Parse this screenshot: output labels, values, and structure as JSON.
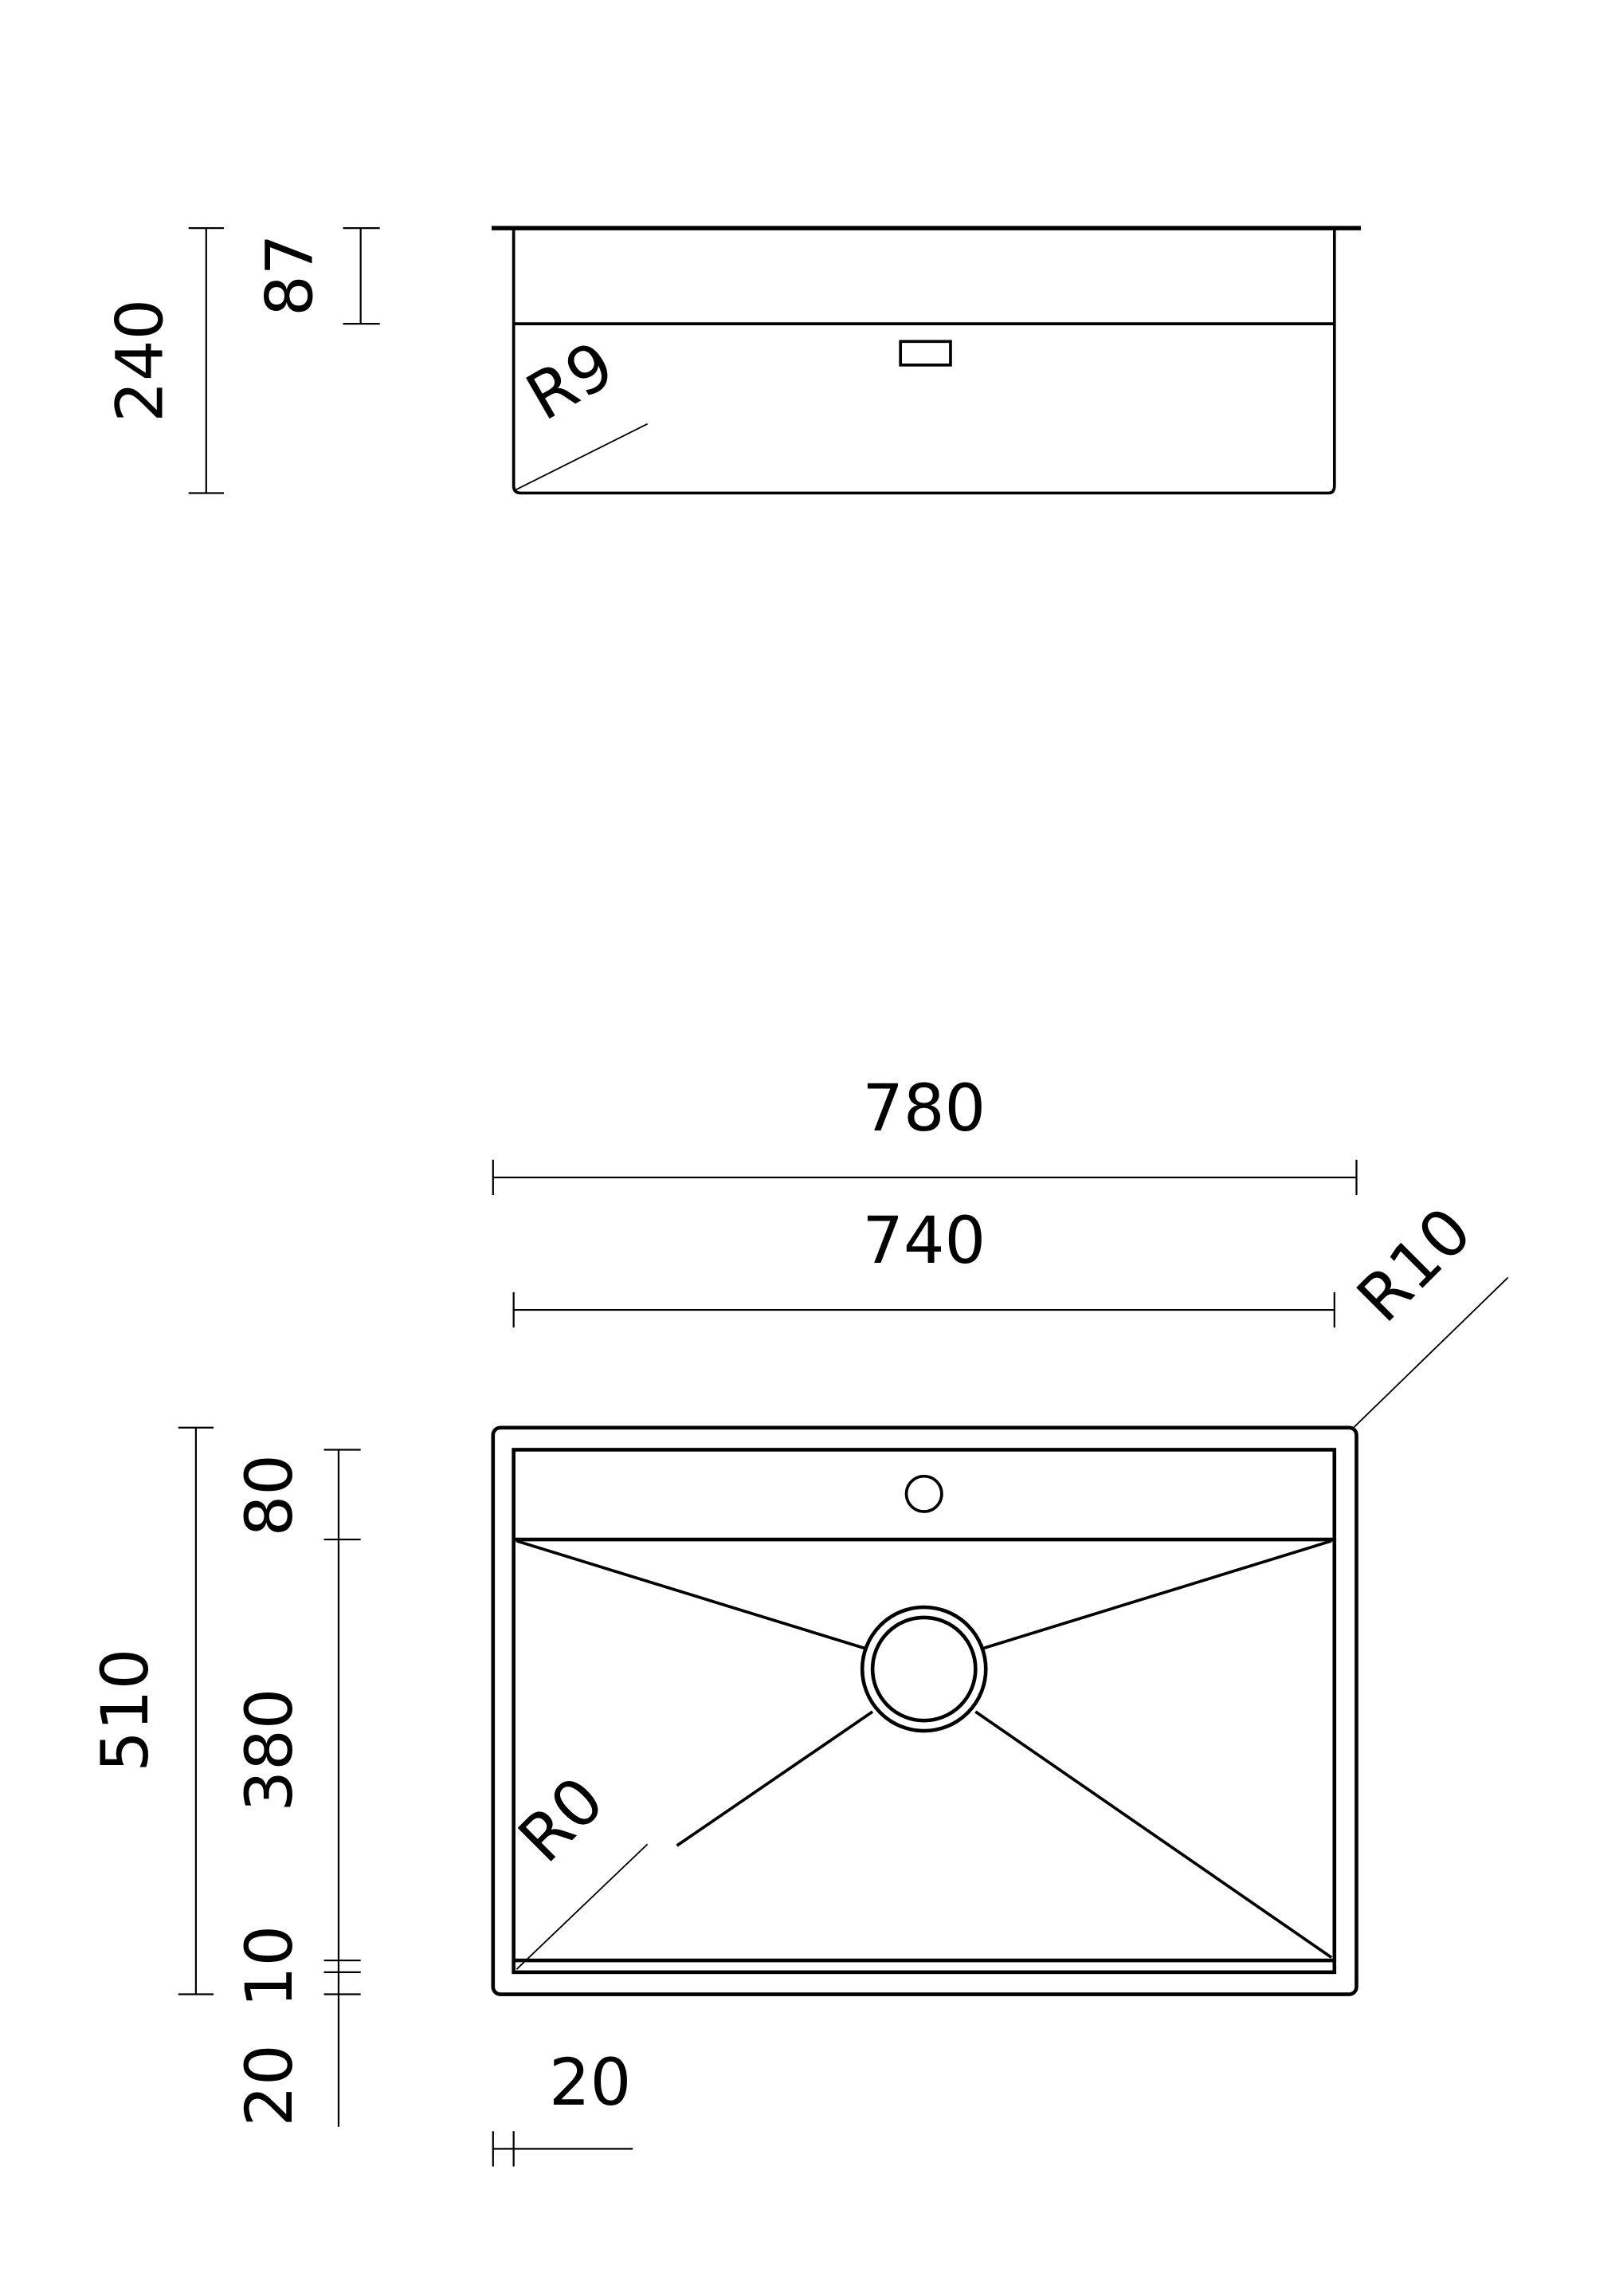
{
  "drawing": {
    "side_view": {
      "total_height": "240",
      "rim_height": "87",
      "corner_radius": "R9"
    },
    "top_view": {
      "overall_width": "780",
      "bowl_width": "740",
      "corner_radius_outer": "R10",
      "corner_radius_inner": "R0",
      "overall_depth": "510",
      "deck_depth": "80",
      "bowl_depth": "380",
      "front_ledge": "10",
      "front_margin": "20",
      "side_margin": "20"
    },
    "colors": {
      "line": "#000000",
      "background": "#ffffff",
      "marker": "#3333aa"
    }
  }
}
